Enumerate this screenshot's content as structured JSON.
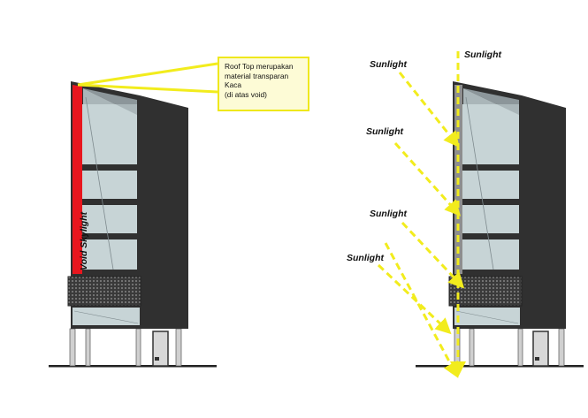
{
  "callout": {
    "lines": [
      "Roof Top merupakan",
      "material transparan",
      "Kaca",
      "(di atas void)"
    ]
  },
  "void_label": "Void Skylight",
  "sunlight_labels": [
    "Sunlight",
    "Sunlight",
    "Sunlight",
    "Sunlight",
    "Sunlight"
  ],
  "colors": {
    "building": "#303030",
    "glass": "#c7d4d6",
    "void": "#e8161e",
    "sun_arrow": "#f2ec1d",
    "callout_fill": "#fdfbd6",
    "callout_border": "#efe81c"
  }
}
